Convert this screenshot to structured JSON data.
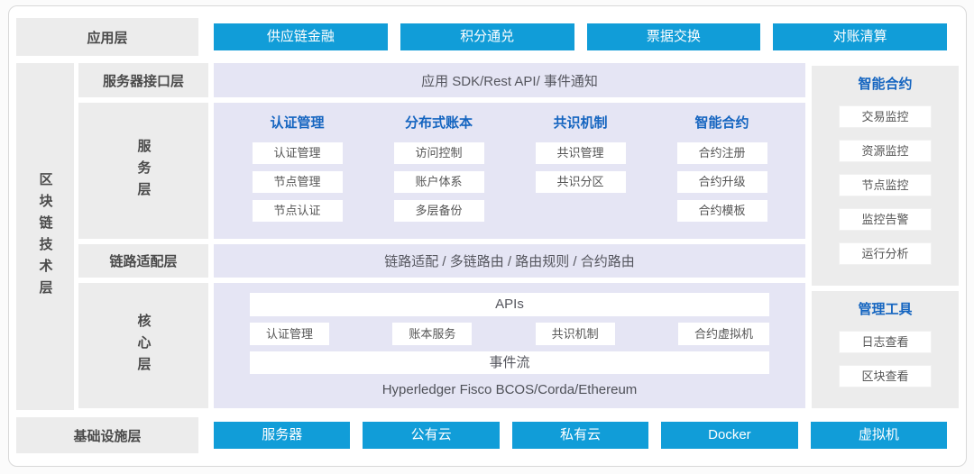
{
  "colors": {
    "accent_blue": "#119dd8",
    "header_blue": "#1565c0",
    "panel_gray_bg": "#ececec",
    "lavender_bg": "#e5e5f4"
  },
  "app_layer": {
    "label": "应用层",
    "buttons": [
      "供应链金融",
      "积分通兑",
      "票据交换",
      "对账清算"
    ]
  },
  "tech_layer": {
    "label": "区块链技术层",
    "interface": {
      "label": "服务器接口层",
      "content": "应用 SDK/Rest API/ 事件通知"
    },
    "service": {
      "label": "服务层",
      "columns": [
        {
          "header": "认证管理",
          "items": [
            "认证管理",
            "节点管理",
            "节点认证"
          ]
        },
        {
          "header": "分布式账本",
          "items": [
            "访问控制",
            "账户体系",
            "多层备份"
          ]
        },
        {
          "header": "共识机制",
          "items": [
            "共识管理",
            "共识分区"
          ]
        },
        {
          "header": "智能合约",
          "items": [
            "合约注册",
            "合约升级",
            "合约模板"
          ]
        }
      ]
    },
    "adapter": {
      "label": "链路适配层",
      "content": "链路适配 / 多链路由 / 路由规则 / 合约路由"
    },
    "core": {
      "label": "核心层",
      "apis_bar": "APIs",
      "modules": [
        "认证管理",
        "账本服务",
        "共识机制",
        "合约虚拟机"
      ],
      "event_bar": "事件流",
      "platforms": "Hyperledger Fisco BCOS/Corda/Ethereum"
    }
  },
  "right_panels": [
    {
      "title": "智能合约",
      "items": [
        "交易监控",
        "资源监控",
        "节点监控",
        "监控告警",
        "运行分析"
      ]
    },
    {
      "title": "管理工具",
      "items": [
        "日志查看",
        "区块查看"
      ]
    }
  ],
  "infra_layer": {
    "label": "基础设施层",
    "buttons": [
      "服务器",
      "公有云",
      "私有云",
      "Docker",
      "虚拟机"
    ]
  }
}
